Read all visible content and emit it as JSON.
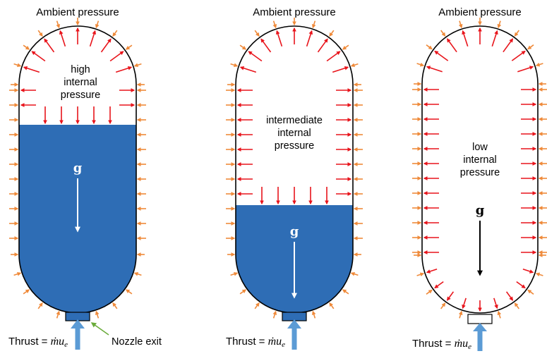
{
  "colors": {
    "liquid": "#2e6db5",
    "ambient_arrow": "#ef8a3a",
    "internal_arrow": "#e8141b",
    "thrust_arrow": "#5b9bd5",
    "nozzle_pointer": "#6aab3a",
    "outline": "#000000"
  },
  "tanks": [
    {
      "ambient_label": "Ambient pressure",
      "internal_label": [
        "high",
        "internal",
        "pressure"
      ],
      "g_label": "g",
      "thrust_label": "Thrust = ",
      "thrust_symbol": "ṁu",
      "thrust_subscript": "e"
    },
    {
      "ambient_label": "Ambient pressure",
      "internal_label": [
        "intermediate",
        "internal",
        "pressure"
      ],
      "g_label": "g",
      "thrust_label": "Thrust = ",
      "thrust_symbol": "ṁu",
      "thrust_subscript": "e"
    },
    {
      "ambient_label": "Ambient pressure",
      "internal_label": [
        "low",
        "internal",
        "pressure"
      ],
      "g_label": "g",
      "thrust_label": "Thrust = ",
      "thrust_symbol": "ṁu",
      "thrust_subscript": "e"
    }
  ],
  "nozzle_label": "Nozzle exit"
}
